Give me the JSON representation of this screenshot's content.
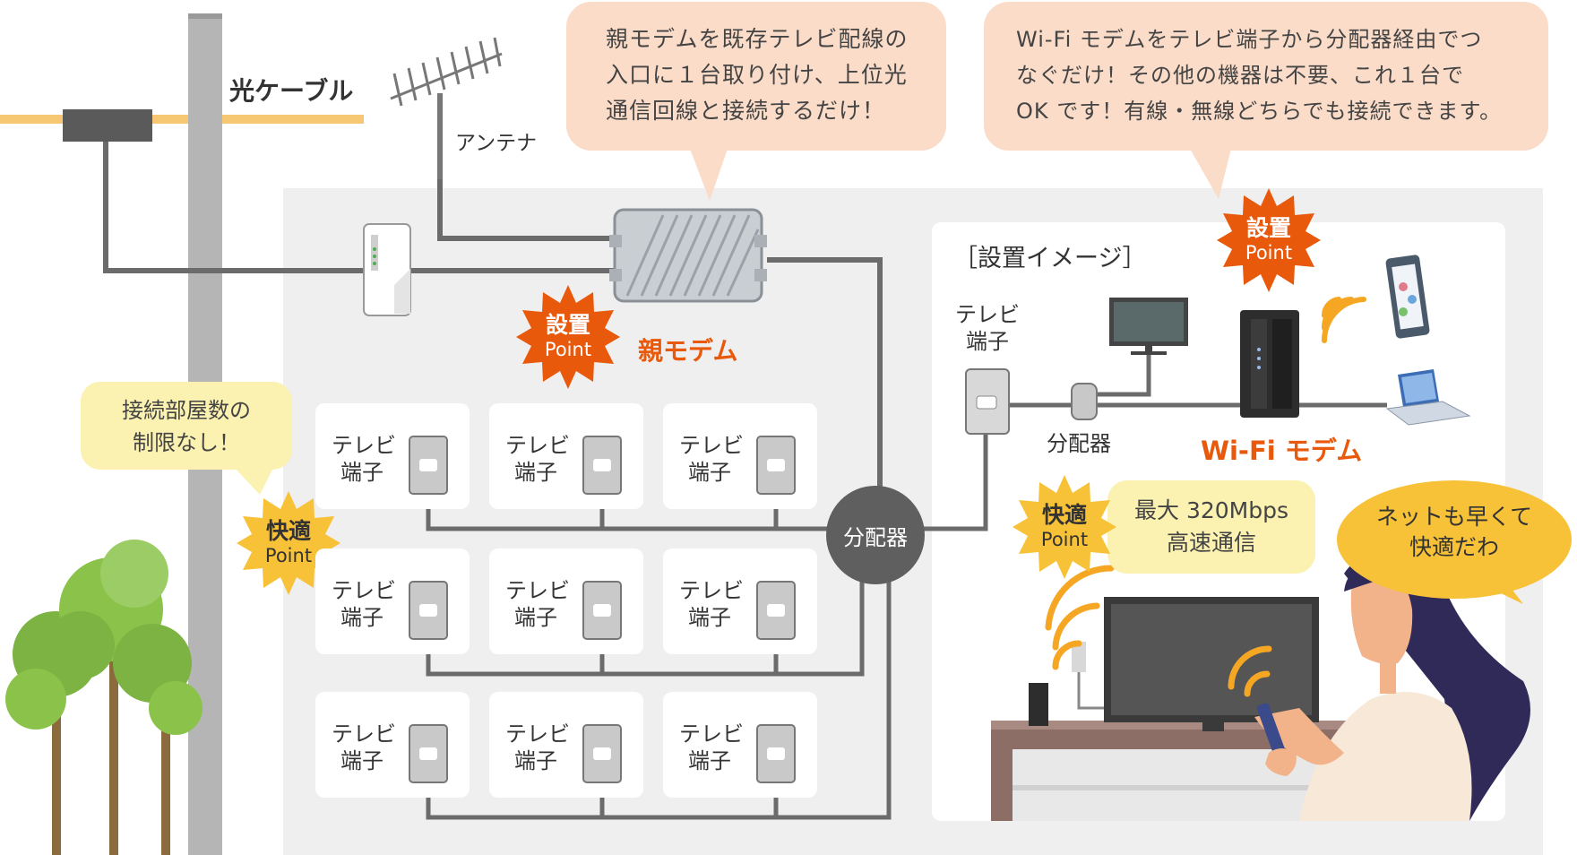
{
  "labels": {
    "fiber_cable": "光ケーブル",
    "antenna": "アンテナ",
    "parent_modem": "親モデム",
    "splitter_main": "分配器",
    "install_image": "［設置イメージ］",
    "tv_terminal_line1": "テレビ",
    "tv_terminal_line2": "端子",
    "splitter_small": "分配器",
    "wifi_modem": "Wi-Fi モデム"
  },
  "bubbles": {
    "parent_modem_note": [
      "親モデムを既存テレビ配線の",
      "入口に１台取り付け、上位光",
      "通信回線と接続するだけ！"
    ],
    "wifi_modem_note": [
      "Wi-Fi モデムをテレビ端子から分配器経由でつ",
      "なぐだけ！その他の機器は不要、これ１台で",
      "OK です！有線・無線どちらでも接続できます。"
    ],
    "rooms_note": [
      "接続部屋数の",
      "制限なし！"
    ],
    "speed_note": [
      "最大 320Mbps",
      "高速通信"
    ],
    "woman_speech": [
      "ネットも早くて",
      "快適だわ"
    ]
  },
  "badges": {
    "install_point_1": {
      "line1": "設置",
      "line2": "Point"
    },
    "install_point_2": {
      "line1": "設置",
      "line2": "Point"
    },
    "comfort_point_1": {
      "line1": "快適",
      "line2": "Point"
    },
    "comfort_point_2": {
      "line1": "快適",
      "line2": "Point"
    }
  },
  "colors": {
    "accent_orange": "#e8590c",
    "badge_yellow": "#f7c138",
    "bubble_peach": "#fadcc9",
    "bubble_yellow": "#fbf1b0",
    "panel_gray": "#efefef",
    "cable_gray": "#6b6b6b"
  }
}
